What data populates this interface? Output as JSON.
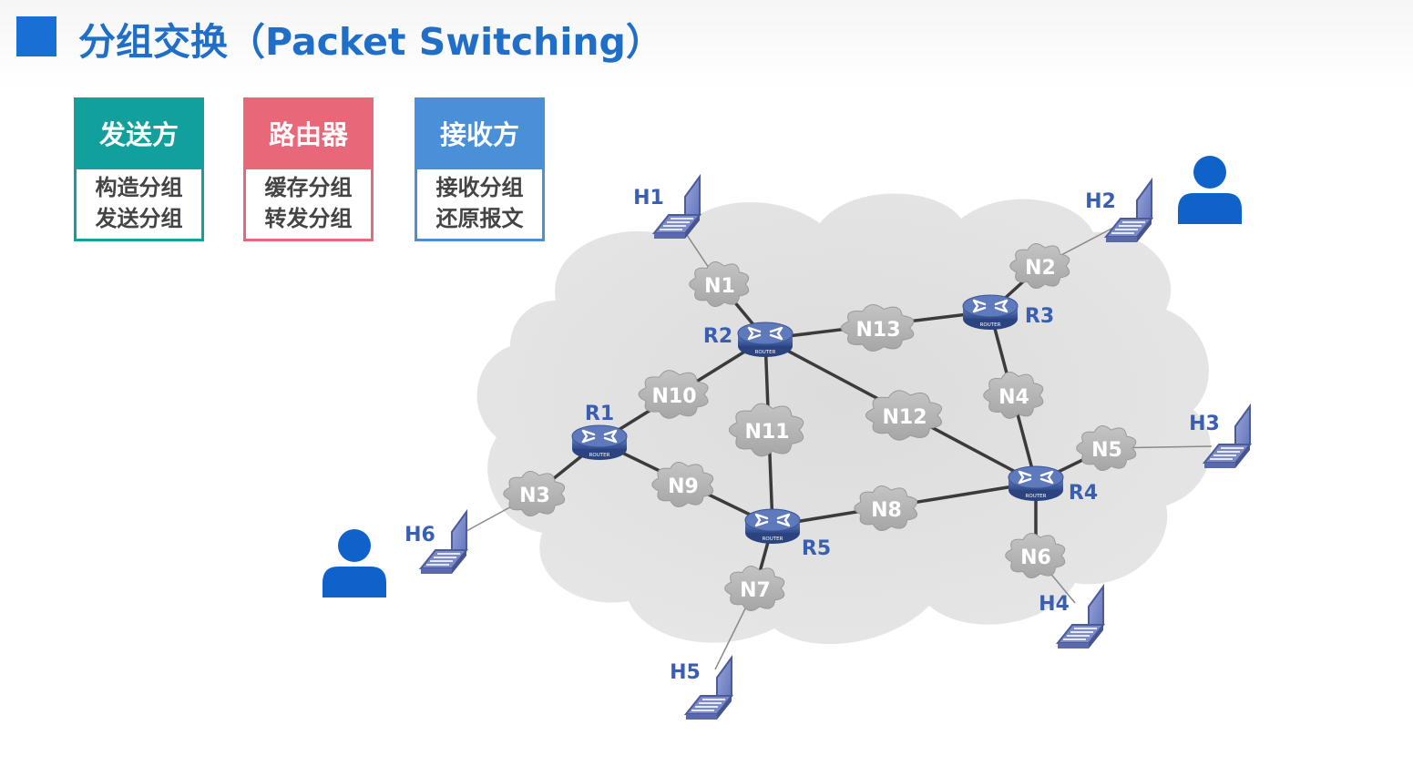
{
  "title": "分组交换（Packet Switching）",
  "roles": [
    {
      "header": "发送方",
      "lines": [
        "构造分组",
        "发送分组"
      ],
      "color": "#11a09b"
    },
    {
      "header": "路由器",
      "lines": [
        "缓存分组",
        "转发分组"
      ],
      "color": "#e8687a"
    },
    {
      "header": "接收方",
      "lines": [
        "接收分组",
        "还原报文"
      ],
      "color": "#4a90d9"
    }
  ],
  "network": {
    "routers": {
      "R1": "R1",
      "R2": "R2",
      "R3": "R3",
      "R4": "R4",
      "R5": "R5"
    },
    "router_caption": "ROUTER",
    "networks": {
      "N1": "N1",
      "N2": "N2",
      "N3": "N3",
      "N4": "N4",
      "N5": "N5",
      "N6": "N6",
      "N7": "N7",
      "N8": "N8",
      "N9": "N9",
      "N10": "N10",
      "N11": "N11",
      "N12": "N12",
      "N13": "N13"
    },
    "hosts": {
      "H1": "H1",
      "H2": "H2",
      "H3": "H3",
      "H4": "H4",
      "H5": "H5",
      "H6": "H6"
    }
  },
  "colors": {
    "accent": "#1a6fd4",
    "label": "#3a5fb0",
    "cloud": "#cdcdcd",
    "router": "#4a67a8",
    "user": "#0f62c9"
  }
}
